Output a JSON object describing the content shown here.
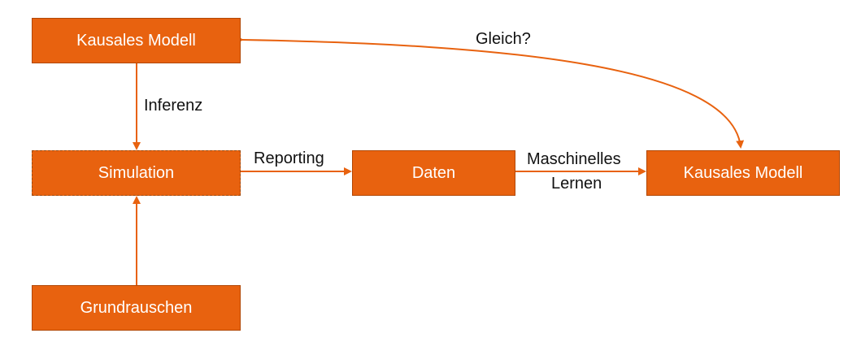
{
  "nodes": {
    "kausales_modell_top": "Kausales Modell",
    "simulation": "Simulation",
    "grundrauschen": "Grundrauschen",
    "daten": "Daten",
    "kausales_modell_right": "Kausales Modell"
  },
  "edges": {
    "inferenz": "Inferenz",
    "reporting": "Reporting",
    "ml_line1": "Maschinelles",
    "ml_line2": "Lernen",
    "gleich": "Gleich?"
  },
  "colors": {
    "box_fill": "#e8620f",
    "arrow": "#e8620f",
    "box_text": "#ffffff",
    "label_text": "#111111"
  }
}
